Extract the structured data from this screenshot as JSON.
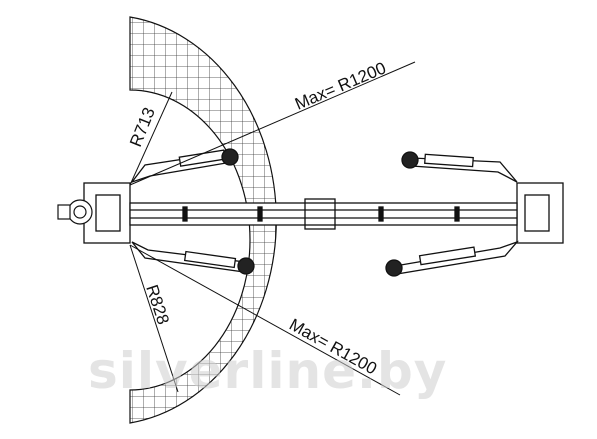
{
  "diagram": {
    "labels": {
      "r_top": "R713",
      "r_bottom": "R828",
      "max_top": "Max= R1200",
      "max_bottom": "Max= R1200"
    },
    "watermark": "silverline.by",
    "colors": {
      "line": "#111111",
      "hatch": "#333333",
      "background": "#ffffff",
      "watermark": "#cdcdcd"
    }
  }
}
